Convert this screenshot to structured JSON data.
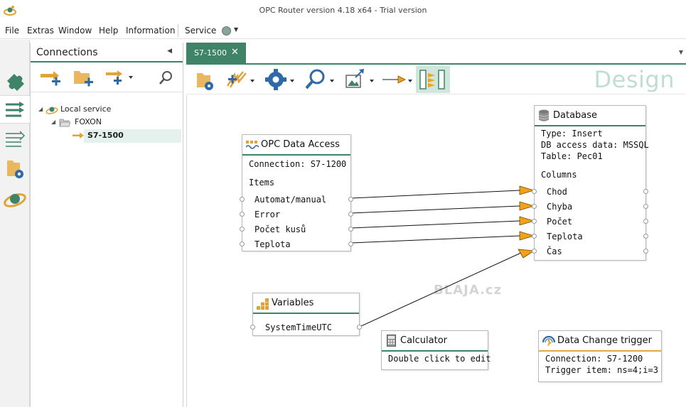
{
  "window": {
    "title": "OPC Router version 4.18 x64 - Trial version"
  },
  "menu": {
    "items": [
      "File",
      "Extras",
      "Window",
      "Help",
      "Information"
    ],
    "service_label": "Service"
  },
  "connections_panel": {
    "title": "Connections",
    "tree": {
      "root": "Local service",
      "folder": "FOXON",
      "leaf": "S7-1500"
    }
  },
  "tab": {
    "label": "S7-1500",
    "close": "✕"
  },
  "design_label": "Design",
  "nodes": {
    "opc": {
      "title": "OPC Data Access",
      "connection": "Connection: S7-1200",
      "items_heading": "Items",
      "items": [
        "Automat/manual",
        "Error",
        "Počet kusů",
        "Teplota"
      ]
    },
    "database": {
      "title": "Database",
      "type": "Type: Insert",
      "access": "DB access data: MSSQL",
      "table": "Table: Pec01",
      "columns_heading": "Columns",
      "columns": [
        "Chod",
        "Chyba",
        "Počet",
        "Teplota",
        "Čas"
      ]
    },
    "variables": {
      "title": "Variables",
      "item": "SystemTimeUTC"
    },
    "calculator": {
      "title": "Calculator",
      "hint": "Double click to edit"
    },
    "trigger": {
      "title": "Data Change trigger",
      "connection": "Connection: S7-1200",
      "item": "Trigger item: ns=4;i=3"
    }
  },
  "watermark": "BLAJA.cz",
  "colors": {
    "accent": "#3f8368",
    "arrow": "#f3a218",
    "trigger_accent": "#e2a74a"
  }
}
